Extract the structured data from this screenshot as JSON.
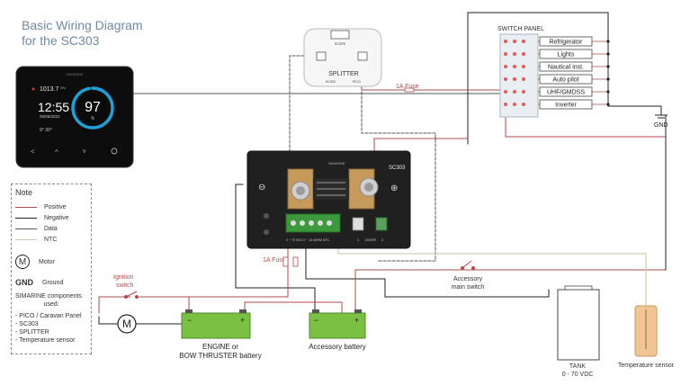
{
  "title": {
    "line1": "Basic Wiring Diagram",
    "line2": "for the SC303"
  },
  "pico": {
    "brand": "SIMARINE",
    "pressure": "1013.7",
    "pressure_unit": "hPa",
    "time": "12:55",
    "date": "05/06/2022",
    "temp": "9° 30°",
    "gauge_value": "97",
    "gauge_unit": "%",
    "accent_color": "#1ea0d8"
  },
  "splitter": {
    "label": "SPLITTER",
    "port_top": "SCOPE",
    "port_left": "SC303",
    "port_right": "PICO"
  },
  "fuse_top": {
    "label": "1A Fuse"
  },
  "switch_panel": {
    "title": "SWITCH PANEL",
    "items": [
      "Refrigerator",
      "Lights",
      "Nautical inst.",
      "Auto pilot",
      "UHF/GMDSS",
      "Inverter"
    ]
  },
  "gnd_label": "GND",
  "sc303": {
    "model": "SC303",
    "brand": "SIMARINE",
    "minus_symbol": "⊖",
    "plus_symbol": "⊕",
    "terminal_labels": "0 ~ 70 VDC   0 ~ 10 kOHM   NTC",
    "port_labels": [
      "1",
      "DOOR",
      "2"
    ]
  },
  "fuse_bottom": {
    "label": "1A Fuse"
  },
  "ignition": {
    "label_line1": "Ignition",
    "label_line2": "switch"
  },
  "motor": {
    "symbol": "M"
  },
  "engine_battery": {
    "minus": "−",
    "plus": "+",
    "label_line1": "ENGINE or",
    "label_line2": "BOW THRUSTER battery"
  },
  "accessory_battery": {
    "minus": "−",
    "plus": "+",
    "label": "Accessory battery"
  },
  "accessory_switch": {
    "label_line1": "Accessory",
    "label_line2": "main switch"
  },
  "tank": {
    "label_line1": "TANK",
    "label_line2": "0 - 70 VDC"
  },
  "temp_sensor": {
    "label": "Temperature sensor"
  },
  "note": {
    "title": "Note",
    "legend": [
      {
        "label": "Positive",
        "color": "#b24a4a",
        "style": "solid"
      },
      {
        "label": "Negative",
        "color": "#222222",
        "style": "solid"
      },
      {
        "label": "Data",
        "color": "#555555",
        "style": "solid"
      },
      {
        "label": "NTC",
        "color": "#d7c9b2",
        "style": "solid"
      }
    ],
    "motor_symbol": "M",
    "motor_label": "Motor",
    "gnd_symbol": "GND",
    "gnd_label": "Ground",
    "components_title_1": "SIMARINE components",
    "components_title_2": "used:",
    "components": [
      "- PICO / Caravan Panel",
      "- SC303",
      "- SPLITTER",
      "- Temperature sensor"
    ]
  }
}
